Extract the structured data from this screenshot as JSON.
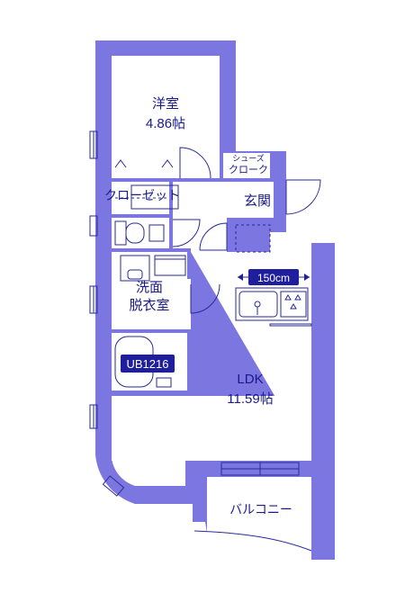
{
  "rooms": {
    "western_room": {
      "name": "洋室",
      "area": "4.86帖"
    },
    "closet": "クローゼット",
    "shoes_closet": {
      "line1": "シューズ",
      "line2": "クローク"
    },
    "entrance": "玄関",
    "washroom": {
      "line1": "洗面",
      "line2": "脱衣室"
    },
    "unit_bath": "UB1216",
    "ldk": {
      "name": "LDK",
      "area": "11.59帖"
    },
    "balcony": "バルコニー"
  },
  "dimensions": {
    "kitchen_width": "150cm"
  },
  "colors": {
    "wall": "#7b76e0",
    "label_text": "#1a1a8c",
    "badge_fill": "#1f1f9e",
    "badge_text": "#ffffff",
    "fixture_fill": "#cfcfe6"
  }
}
